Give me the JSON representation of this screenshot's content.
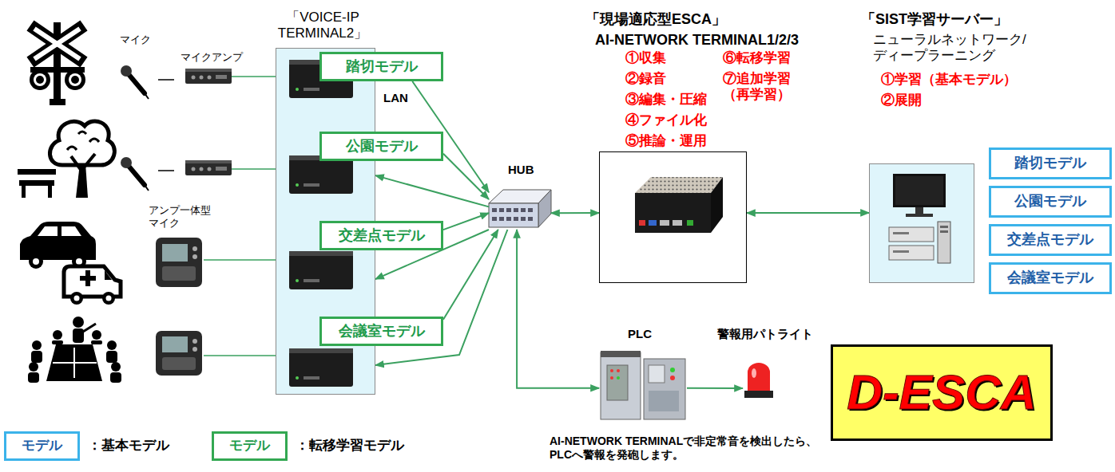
{
  "diagram": {
    "nodes": [
      {
        "text": [
          "「VOICE-IP TERMINAL2」"
        ]
      },
      {
        "text": [
          "踏切モデル"
        ],
        "in": 0
      },
      {
        "text": [
          "公園モデル"
        ],
        "in": 0
      },
      {
        "text": [
          "交差点モデル"
        ],
        "in": 0
      },
      {
        "text": [
          "会議室モデル"
        ],
        "in": 0
      },
      {
        "text": [
          "HUB"
        ]
      },
      {
        "text": [
          "「現場適応型ESCA」",
          "AI-NETWORK TERMINAL1/2/3"
        ]
      },
      {
        "text": [
          "「SIST学習サーバー」",
          "ニューラルネットワーク/ ディープラーニング"
        ]
      },
      {
        "text": [
          "踏切モデル"
        ]
      },
      {
        "text": [
          "公園モデル"
        ]
      },
      {
        "text": [
          "交差点モデル"
        ]
      },
      {
        "text": [
          "会議室モデル"
        ]
      },
      {
        "text": [
          "PLC"
        ]
      },
      {
        "text": [
          "警報用パトライト"
        ]
      },
      {
        "text": [
          "D-ESCA"
        ]
      },
      {
        "text": [
          "モデル"
        ]
      },
      {
        "text": [
          "モデル"
        ]
      }
    ],
    "edges": [
      {
        "from": 1,
        "to": 5,
        "arrow": "to"
      },
      {
        "from": 2,
        "to": 5,
        "arrow": "to"
      },
      {
        "from": 3,
        "to": 5,
        "arrow": "to"
      },
      {
        "from": 4,
        "to": 5,
        "arrow": "to"
      },
      {
        "from": 5,
        "to": 0,
        "arrow": "to"
      },
      {
        "from": 5,
        "to": 0,
        "arrow": "to"
      },
      {
        "from": 5,
        "to": 0,
        "arrow": "to"
      },
      {
        "from": 5,
        "to": 6,
        "arrow": "both"
      },
      {
        "from": 6,
        "to": 7,
        "arrow": "both"
      },
      {
        "from": 5,
        "to": 12,
        "arrow": "both"
      },
      {
        "from": 12,
        "to": 13,
        "arrow": "to"
      }
    ],
    "labels": [
      "マイク",
      "マイクアンプ",
      "アンプ一体型 マイク",
      "LAN",
      "①収集",
      "②録音",
      "③編集・圧縮",
      "④ファイル化",
      "⑤推論・運用",
      "⑥転移学習",
      "⑦追加学習 （再学習）",
      "①学習（基本モデル）",
      "②展開",
      "AI-NETWORK TERMINALで非定常音を検出したら、 PLCへ警報を発砲します。"
    ],
    "legend": [
      {
        "text": "：基本モデル"
      },
      {
        "text": "：転移学習モデル"
      }
    ]
  }
}
